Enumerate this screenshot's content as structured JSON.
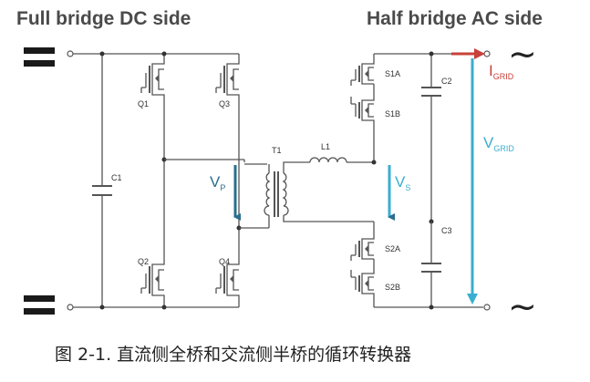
{
  "titles": {
    "dc_side": "Full bridge DC side",
    "ac_side": "Half bridge AC side"
  },
  "components": {
    "q1": "Q1",
    "q2": "Q2",
    "q3": "Q3",
    "q4": "Q4",
    "c1": "C1",
    "c2": "C2",
    "c3": "C3",
    "t1": "T1",
    "l1": "L1",
    "s1a": "S1A",
    "s1b": "S1B",
    "s2a": "S2A",
    "s2b": "S2B"
  },
  "signals": {
    "vp_main": "V",
    "vp_sub": "P",
    "vs_main": "V",
    "vs_sub": "S",
    "igrid_main": "I",
    "igrid_sub": "GRID",
    "vgrid_main": "V",
    "vgrid_sub": "GRID"
  },
  "ac_symbol": "~",
  "caption": "图 2-1. 直流侧全桥和交流侧半桥的循环转换器",
  "colors": {
    "voltage_arrow": "#2a6f8e",
    "vgrid_arrow": "#3aaed0",
    "current_arrow": "#c8413a",
    "wire": "#555555"
  }
}
